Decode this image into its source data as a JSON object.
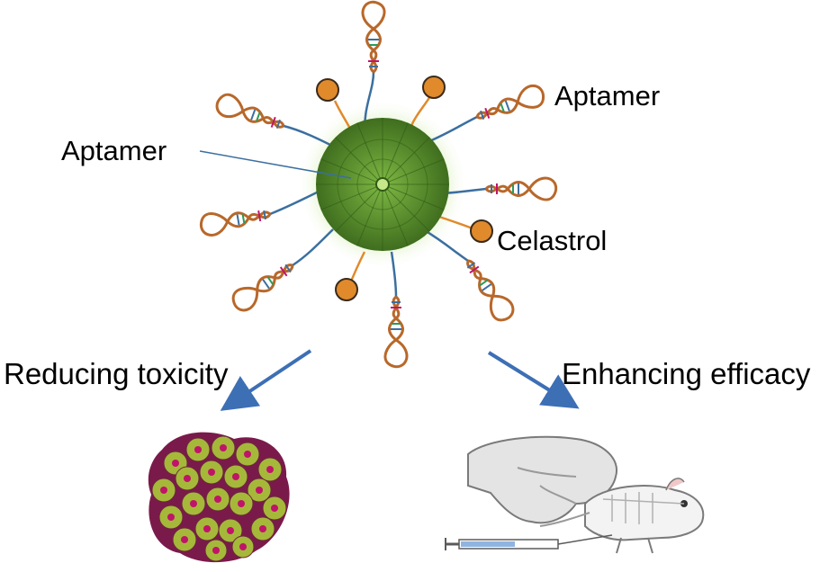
{
  "labels": {
    "aptamer_left": "Aptamer",
    "aptamer_right": "Aptamer",
    "celastrol": "Celastrol",
    "reducing": "Reducing toxicity",
    "enhancing": "Enhancing efficacy"
  },
  "colors": {
    "micelle_green": "#5a8a2a",
    "glow": "#b6e07a",
    "linker_blue": "#3b6fa0",
    "strand_brown": "#b8682a",
    "celastrol_orange": "#e08a2c",
    "arrow_blue": "#3d6fb5",
    "cell_green": "#a6b83a",
    "cell_nucleus": "#c0146a",
    "cell_border": "#7a1a4a"
  }
}
